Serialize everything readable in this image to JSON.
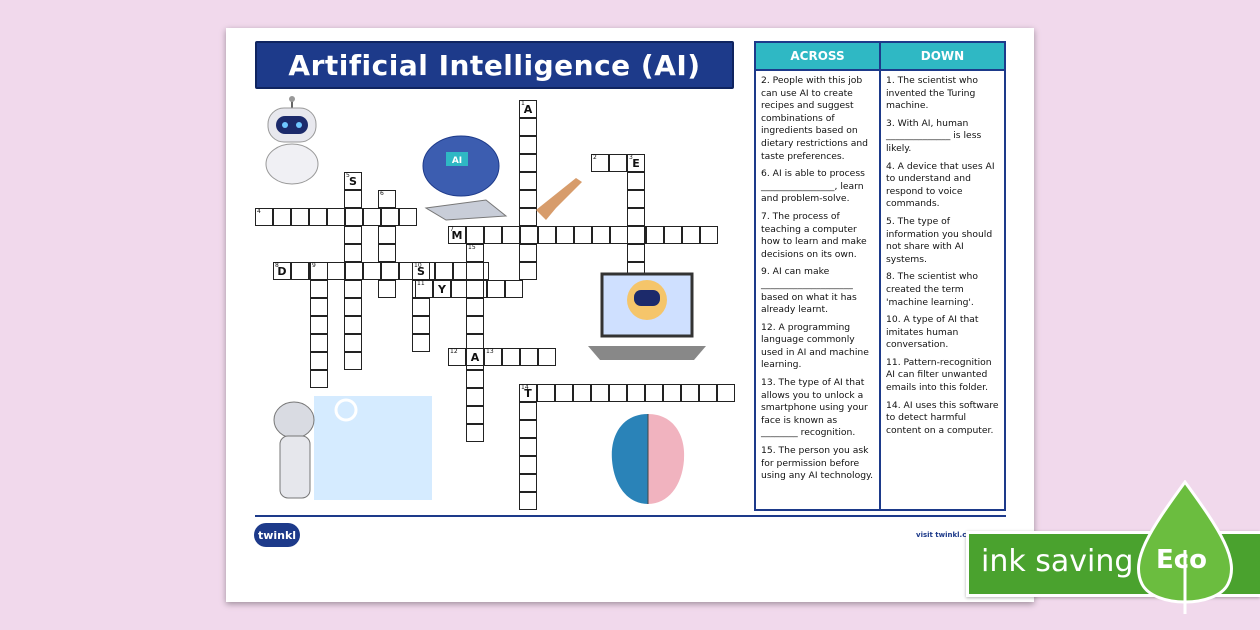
{
  "title": "Artificial Intelligence (AI)",
  "across": {
    "heading": "ACROSS",
    "clues": [
      "2. People with this job can use AI to create recipes and suggest combinations of ingredients based on dietary restrictions and taste preferences.",
      "6. AI is able to process ________________, learn and problem-solve.",
      "7. The process of teaching a computer how to learn and make decisions on its own.",
      "9. AI can make ____________________ based on what it has already learnt.",
      "12. A programming language commonly used in AI and machine learning.",
      "13. The type of AI that allows you to unlock a smartphone using your face is known as ________ recognition.",
      "15. The person you ask for permission before using any AI technology."
    ]
  },
  "down": {
    "heading": "DOWN",
    "clues": [
      "1. The scientist who invented the Turing machine.",
      "3. With AI, human ______________ is less likely.",
      "4. A device that uses AI to understand and respond to voice commands.",
      "5. The type of information you should not share with AI systems.",
      "8. The scientist who created the term 'machine learning'.",
      "10. A type of AI that imitates human conversation.",
      "11. Pattern-recognition AI can filter unwanted emails into this folder.",
      "14. AI uses this software to detect harmful content on a computer."
    ]
  },
  "grid_letters": [
    "A",
    "E",
    "S",
    "E",
    "M",
    "D",
    "S",
    "Y",
    "A",
    "T",
    "T"
  ],
  "grid_numbers": [
    "1",
    "2",
    "3",
    "4",
    "5",
    "6",
    "7",
    "8",
    "9",
    "10",
    "11",
    "12",
    "13",
    "14",
    "15"
  ],
  "chip_label": "AI",
  "footer": {
    "logo": "twinkl",
    "visit": "visit twinkl.com"
  },
  "badge": {
    "text": "ink saving",
    "eco": "Eco"
  },
  "colors": {
    "banner": "#1d3a8a",
    "clue_header": "#2fb8c4",
    "badge": "#4aa22e",
    "page_bg": "#f1d9ec"
  }
}
